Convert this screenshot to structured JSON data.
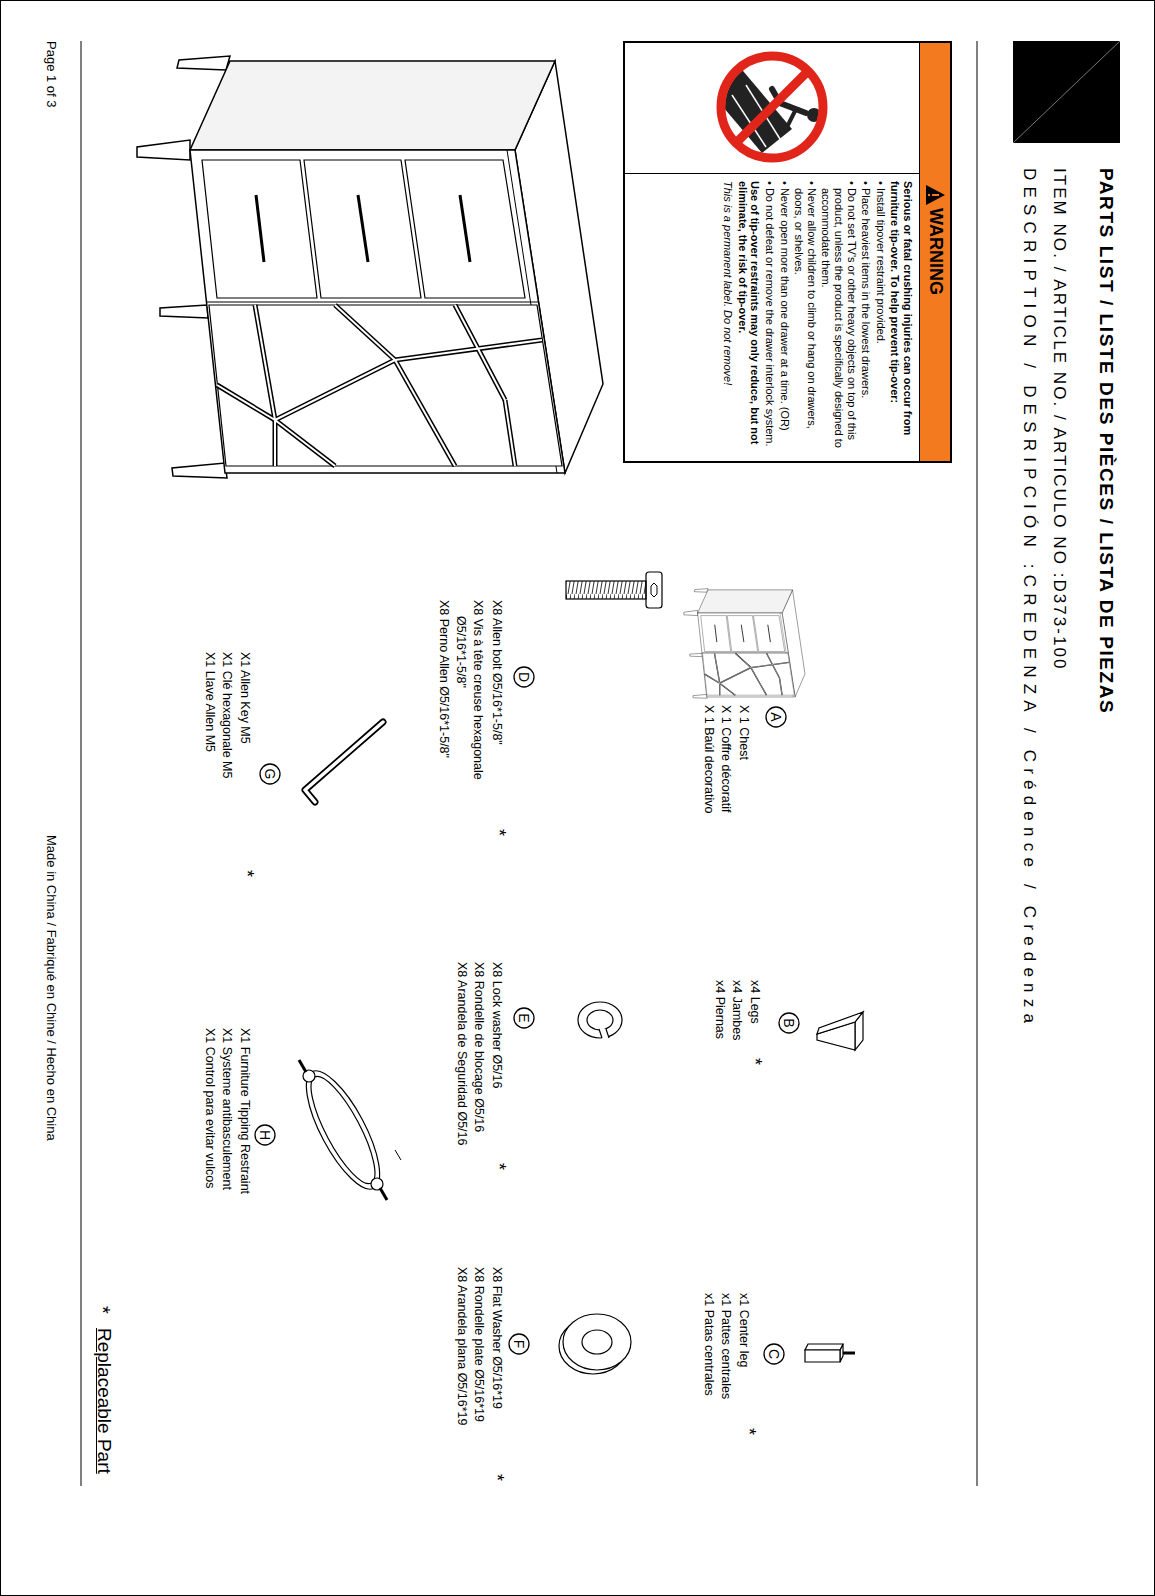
{
  "diagram": {
    "title": "PARTS LIST / LISTE DES PIÈCES / LISTA DE PIEZAS",
    "nodes": [
      {
        "text": [
          "WARNING",
          "Serious or fatal crushing injuries can occur from furniture tip-over. To help prevent tip-over:",
          "• Install tipover restraint provided.",
          "• Place heaviest items in the lowest drawers.",
          "• Do not set TV's or other heavy objects on top of this product, unless the product is specifically designed to accommodate them.",
          "• Never allow children to climb or hang on drawers, doors, or shelves.",
          "• Never open more than one drawer at a time. (OR)",
          "• Do not defeat or remove the drawer interlock system.",
          "Use of tip-over restraints may only reduce, but not eliminate, the risk of tip-over.",
          "This is a permanent label. Do not remove!"
        ]
      },
      {
        "text": [
          "A"
        ]
      },
      {
        "text": [
          "B"
        ]
      },
      {
        "text": [
          "C"
        ]
      },
      {
        "text": [
          "D"
        ]
      },
      {
        "text": [
          "E"
        ]
      },
      {
        "text": [
          "F"
        ]
      },
      {
        "text": [
          "G"
        ]
      },
      {
        "text": [
          "H"
        ]
      }
    ],
    "labels": [
      "ITEM NO. / ARTICLE NO. / ARTICULO NO :D373-100",
      "DESCRIPTION / DESRIPCIÓN :CREDENZA / Crédence / Credenza",
      "X 1 Chest",
      "X 1 Coffre décoratif",
      "X 1 Baúl decorativo",
      "x4 Legs",
      "x4 Jambes",
      "x4 Piernas",
      "*",
      "x1 Center leg",
      "x1 Pattes centrales",
      "x1 Patas centrales",
      "*",
      "X8 Allen bolt Ø5/16*1-5/8\"",
      "X8 Vis à tête creuse hexagonale Ø5/16*1-5/8\"",
      "X8 Perno Allen Ø5/16*1-5/8\"",
      "*",
      "X8 Lock washer Ø5/16",
      "X8 Rondelle de blocage Ø5/16",
      "X8 Arandela de Seguridad Ø5/16",
      "*",
      "X8 Flat Washer Ø5/16*19",
      "X8 Rondelle plate Ø5/16*19",
      "X8 Arandela plana Ø5/16*19",
      "*",
      "X1 Allen Key M5",
      "X1 Clé hexagonale M5",
      "X1 Llave Allen M5",
      "*",
      "X1 Furniture Tipping Restraint",
      "X1 Systeme antibasculement",
      "X1 Control para evitar vulcos",
      "Page 1 of 3",
      "Made in China / Fabriqué en Chine / Hecho en China",
      "*",
      "Replaceable Part"
    ]
  }
}
